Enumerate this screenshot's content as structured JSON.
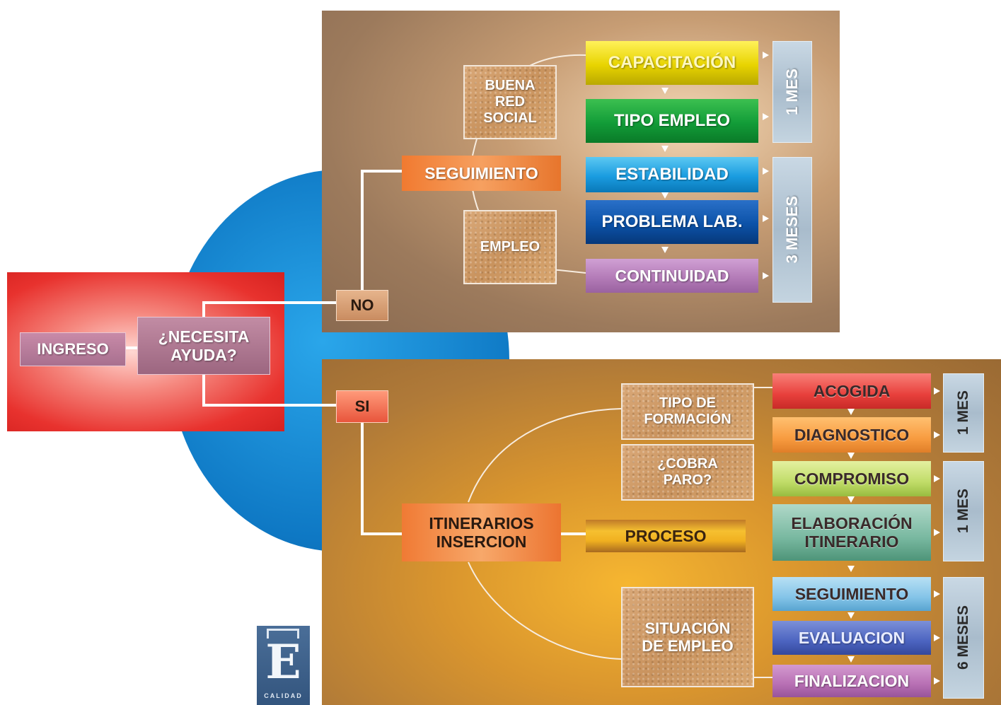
{
  "start": {
    "ingreso": "INGRESO",
    "question": "¿NECESITA\nAYUDA?"
  },
  "branch_no": {
    "label": "NO",
    "hub": "SEGUIMIENTO",
    "context": [
      "BUENA\nRED\nSOCIAL",
      "EMPLEO"
    ],
    "steps": [
      "CAPACITACIÓN",
      "TIPO EMPLEO",
      "ESTABILIDAD",
      "PROBLEMA LAB.",
      "CONTINUIDAD"
    ],
    "durations": [
      "1 MES",
      "3 MESES"
    ]
  },
  "branch_si": {
    "label": "SI",
    "hub": "ITINERARIOS\nINSERCION",
    "context": [
      "TIPO DE\nFORMACIÓN",
      "¿COBRA\nPARO?",
      "SITUACIÓN\nDE EMPLEO"
    ],
    "process": "PROCESO",
    "steps": [
      "ACOGIDA",
      "DIAGNOSTICO",
      "COMPROMISO",
      "ELABORACIÓN\nITINERARIO",
      "SEGUIMIENTO",
      "EVALUACION",
      "FINALIZACION"
    ],
    "durations": [
      "1 MES",
      "1 MES",
      "6 MESES"
    ]
  },
  "logo": {
    "letter": "E",
    "caption": "CALIDAD"
  },
  "colors": {
    "panel_top": "#9c7a5c",
    "panel_bottom": "#b07a38",
    "circle": "#1a8fd6",
    "red_box": "#e8322e",
    "line": "#ffffff"
  }
}
